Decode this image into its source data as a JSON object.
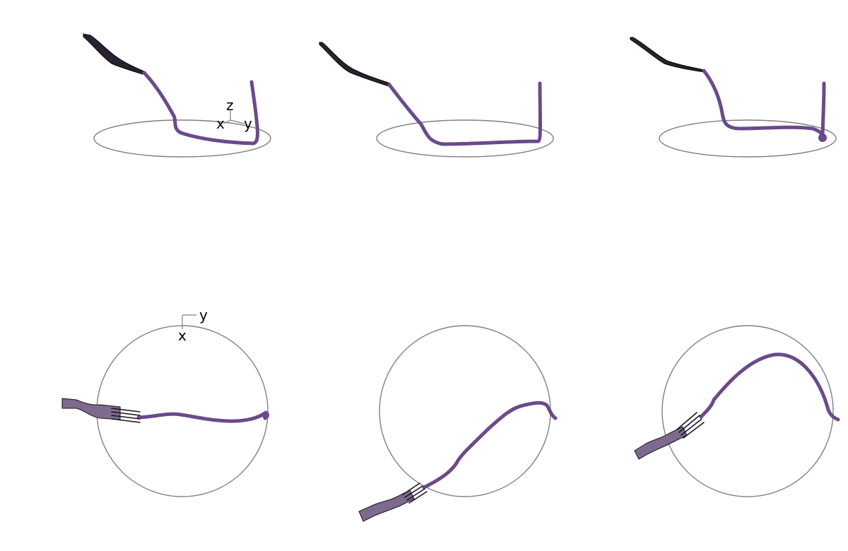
{
  "colors": {
    "trajectory": "#6b4a8b",
    "fork": "#7d6a8e",
    "plate": "#808080",
    "axes": "#808080"
  },
  "axes_3d": {
    "z_label": "z",
    "x_label": "x",
    "y_label": "y"
  },
  "axes_top": {
    "y_label": "y",
    "x_label": "x"
  },
  "icons": [
    "fork-icon",
    "plate-outline",
    "axis-triad"
  ]
}
